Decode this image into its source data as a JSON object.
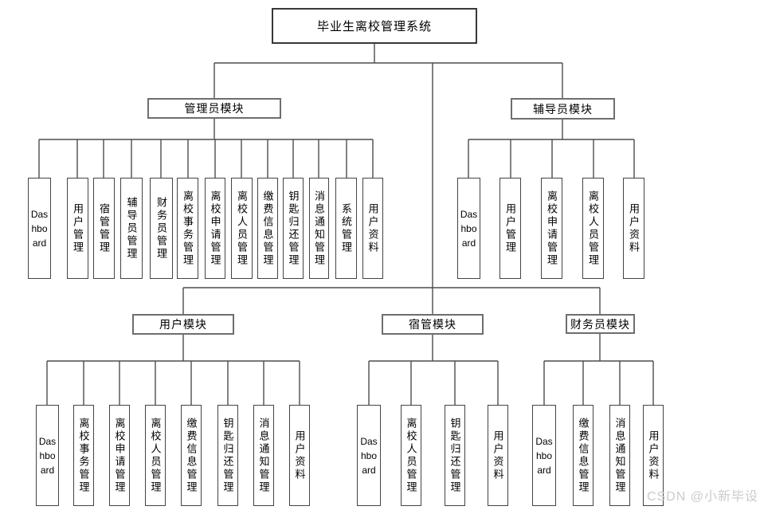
{
  "diagram": {
    "root": {
      "label": "毕业生离校管理系统"
    },
    "modules": [
      {
        "label": "管理员模块",
        "children": [
          "Dashboard",
          "用户管理",
          "宿管管理",
          "辅导员管理",
          "财务员管理",
          "离校事务管理",
          "离校申请管理",
          "离校人员管理",
          "缴费信息管理",
          "钥匙归还管理",
          "消息通知管理",
          "系统管理",
          "用户资料"
        ]
      },
      {
        "label": "辅导员模块",
        "children": [
          "Dashboard",
          "用户管理",
          "离校申请管理",
          "离校人员管理",
          "用户资料"
        ]
      },
      {
        "label": "用户模块",
        "children": [
          "Dashboard",
          "离校事务管理",
          "离校申请管理",
          "离校人员管理",
          "缴费信息管理",
          "钥匙归还管理",
          "消息通知管理",
          "用户资料"
        ]
      },
      {
        "label": "宿管模块",
        "children": [
          "Dashboard",
          "离校人员管理",
          "钥匙归还管理",
          "用户资料"
        ]
      },
      {
        "label": "财务员模块",
        "children": [
          "Dashboard",
          "缴费信息管理",
          "消息通知管理",
          "用户资料"
        ]
      }
    ]
  },
  "watermark": {
    "text": "CSDN @小新毕设"
  }
}
